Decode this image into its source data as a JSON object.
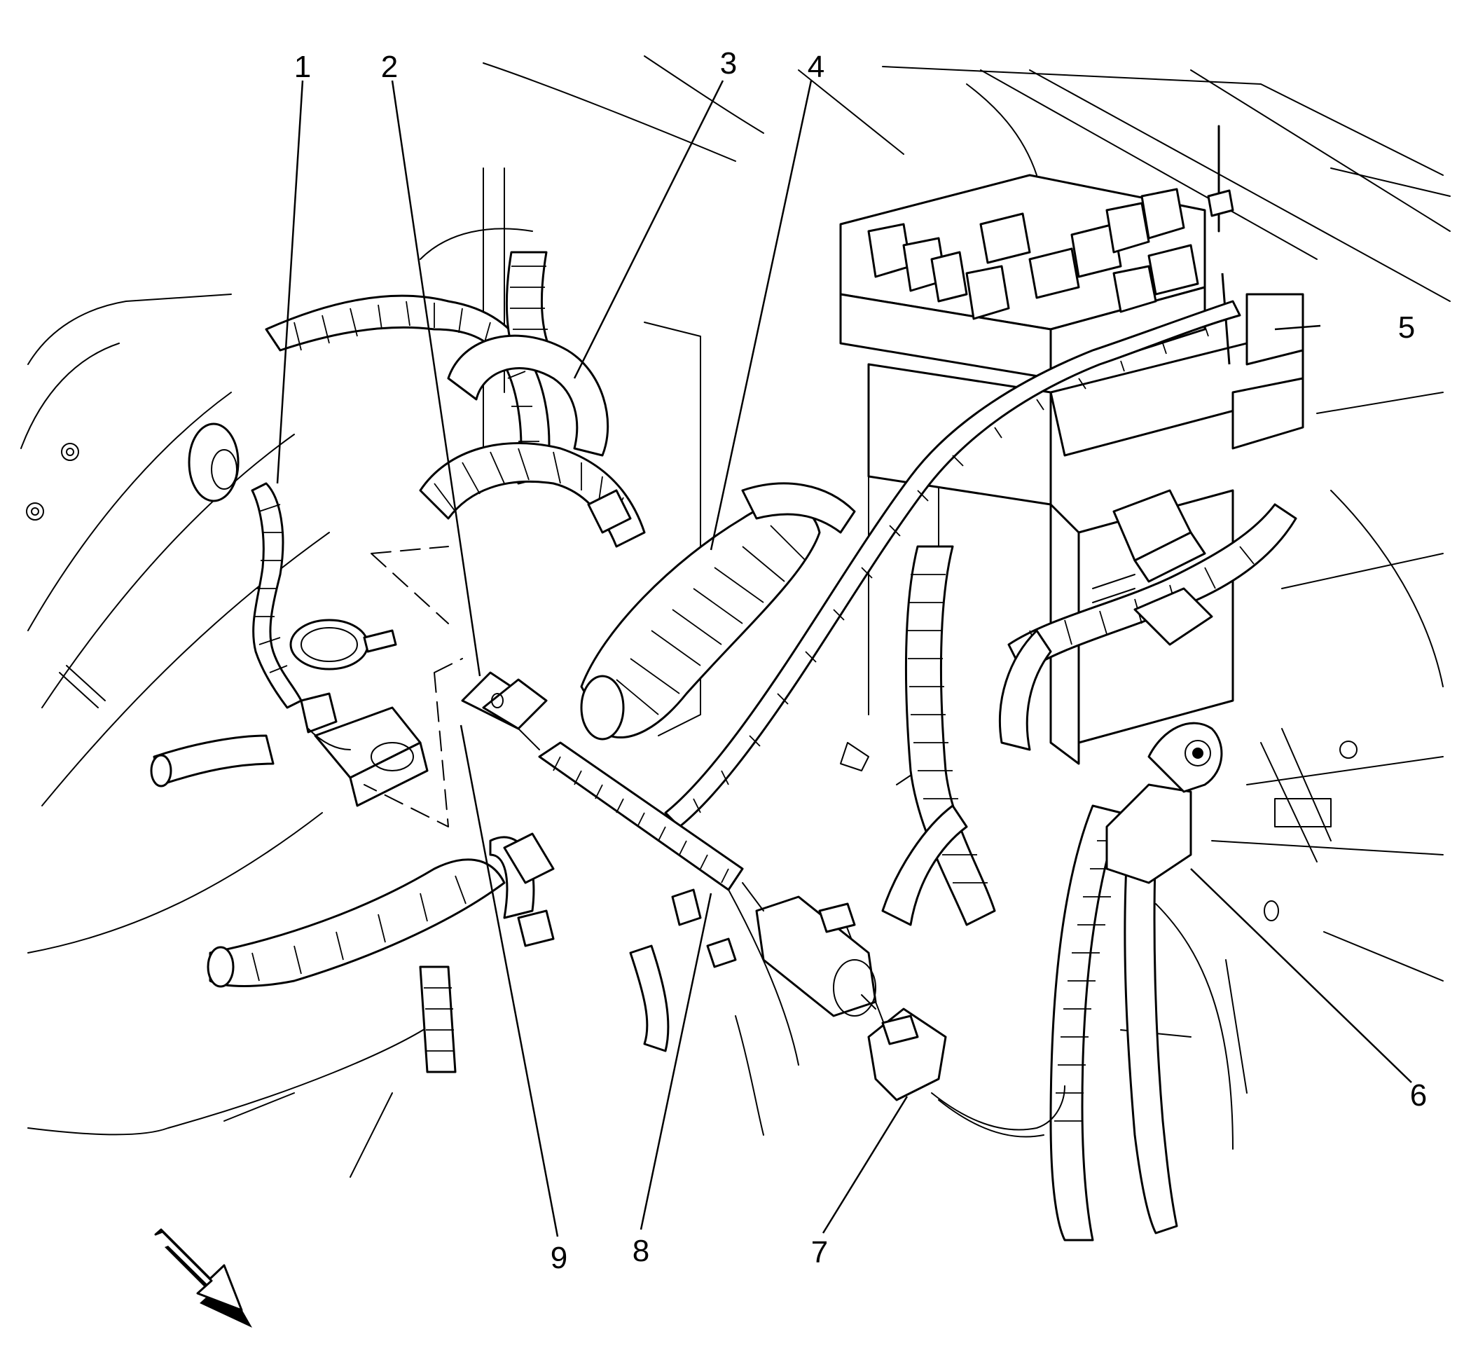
{
  "diagram": {
    "callouts": [
      "1",
      "2",
      "3",
      "4",
      "5",
      "6",
      "7",
      "8",
      "9"
    ],
    "orientation_arrow": "arrow-icon"
  }
}
